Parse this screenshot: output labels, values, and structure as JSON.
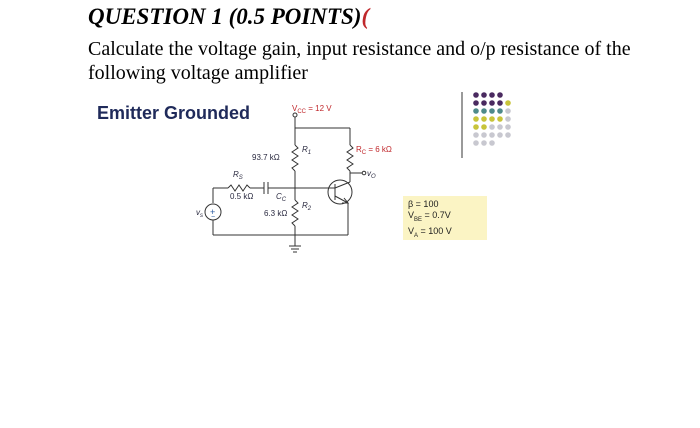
{
  "question": {
    "title": "QUESTION 1 (0.5 POINTS)",
    "prompt": "Calculate the voltage gain, input resistance and o/p resistance of the following voltage amplifier"
  },
  "slide": {
    "title": "Emitter Grounded",
    "labels": {
      "vcc": "V",
      "vcc_sub": "CC",
      "vcc_val": " = 12 V",
      "r1_val": "93.7 kΩ",
      "r1": "R",
      "r1_sub": "1",
      "rc": "R",
      "rc_sub": "C",
      "rc_val": " = 6 kΩ",
      "vo": "v",
      "vo_sub": "O",
      "rs": "R",
      "rs_sub": "S",
      "rs_val": "0.5 kΩ",
      "cc": "C",
      "cc_sub": "C",
      "r2_val": "6.3 kΩ",
      "r2": "R",
      "r2_sub": "2",
      "vs": "v",
      "vs_sub": "s"
    },
    "params": {
      "beta": "β = 100",
      "vbe_a": "V",
      "vbe_sub": "BE",
      "vbe_b": " = 0.7V",
      "va_a": "V",
      "va_sub": "A",
      "va_b": " = 100 V"
    }
  },
  "colors": {
    "title_blue": "#1f2a5a",
    "accent_red": "#c0282c",
    "param_bg": "#fbf4c4",
    "dot_purple": "#4a2a60",
    "dot_teal": "#4e8a8a",
    "dot_yellow": "#c8c43a",
    "dot_gray": "#c8c8d0"
  }
}
